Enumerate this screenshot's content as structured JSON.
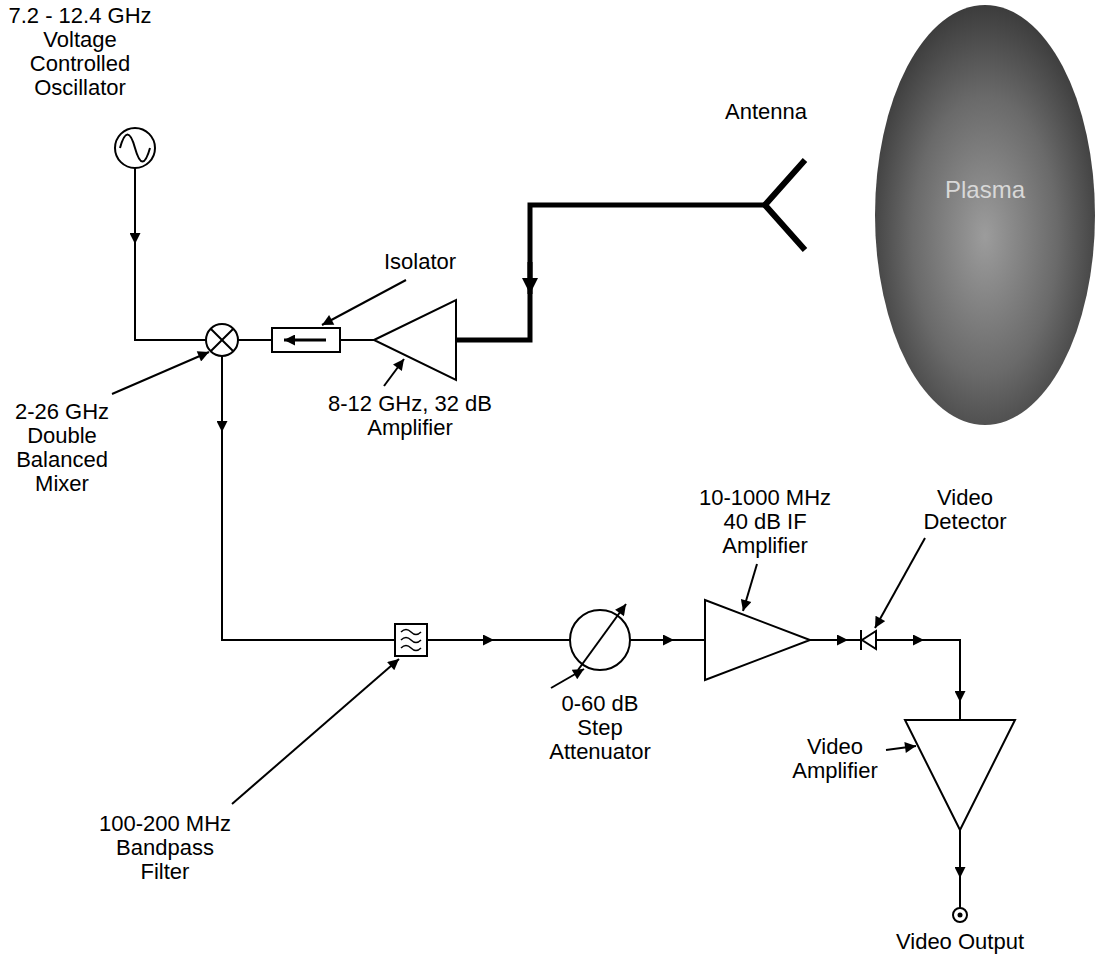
{
  "diagram": {
    "nodes": [
      {
        "text": [
          "Plasma"
        ]
      }
    ],
    "labels": [
      "7.2 - 12.4 GHz Voltage Controlled Oscillator",
      "Antenna",
      "Isolator",
      "2-26 GHz Double Balanced Mixer",
      "8-12 GHz, 32 dB Amplifier",
      "10-1000 MHz 40 dB IF Amplifier",
      "Video Detector",
      "0-60 dB Step Attenuator",
      "100-200 MHz Bandpass Filter",
      "Video Amplifier",
      "Video Output"
    ]
  }
}
